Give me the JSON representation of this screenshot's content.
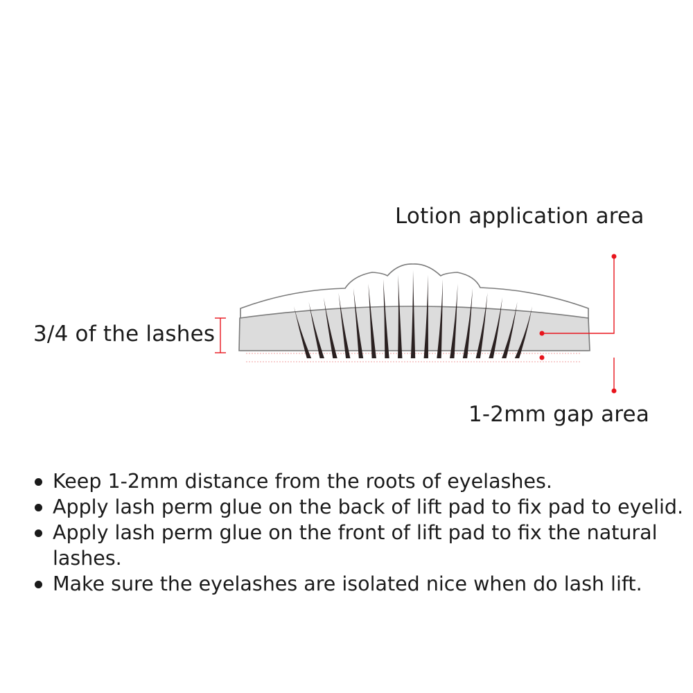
{
  "labels": {
    "lotion_area": "Lotion application area",
    "three_quarters": "3/4 of the lashes",
    "gap_area": "1-2mm gap area"
  },
  "colors": {
    "annotation": "#e8141c",
    "pad_outline": "#7a7a7a",
    "pad_fill_lower": "#dcdcdc",
    "lash": "#2a2020"
  },
  "bullets": [
    "Keep 1-2mm distance from the roots of eyelashes.",
    "Apply lash perm glue on the back of lift pad to fix pad to eyelid.",
    "Apply lash perm glue on the front of lift pad to fix the natural lashes.",
    "Make sure the eyelashes are isolated nice when do lash lift."
  ]
}
